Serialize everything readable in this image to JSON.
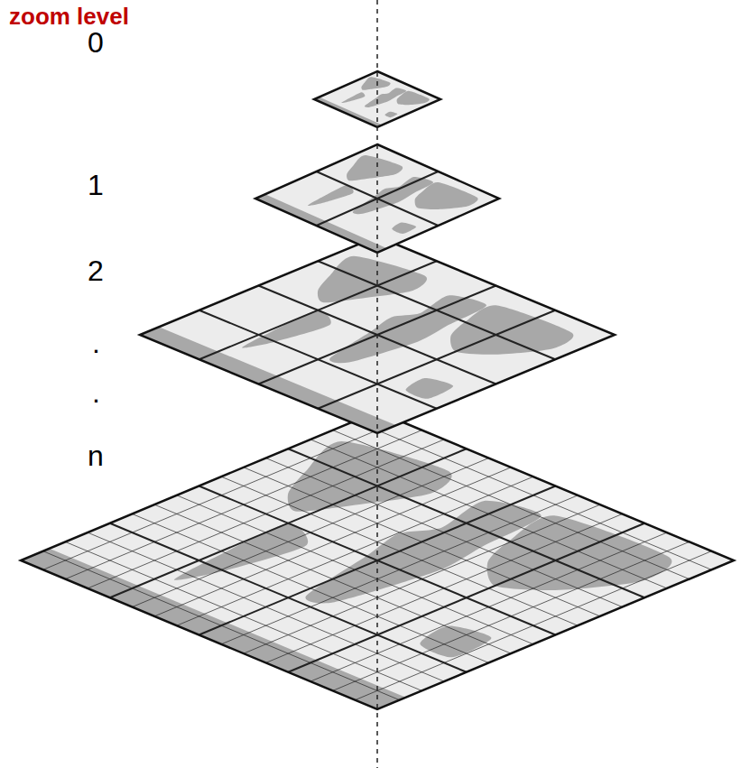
{
  "diagram": {
    "title": "zoom level",
    "labels": [
      "0",
      "1",
      "2",
      ".",
      ".",
      "n"
    ]
  }
}
